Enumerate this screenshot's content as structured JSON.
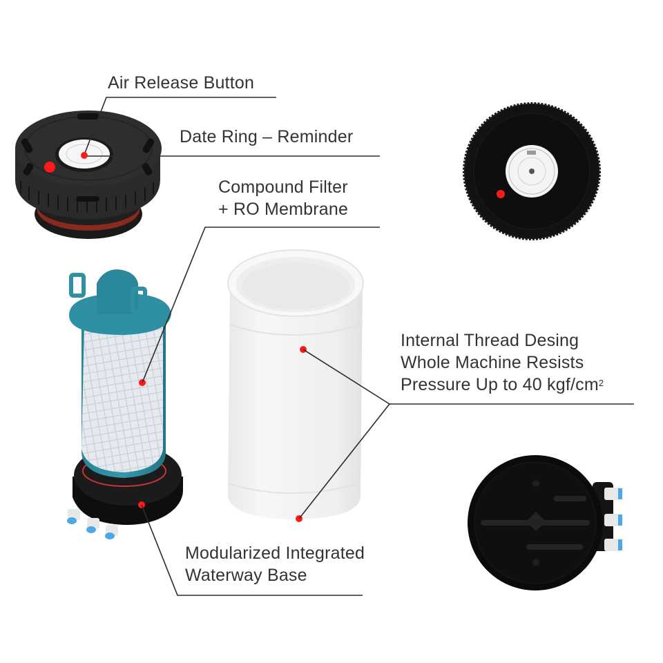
{
  "diagram": {
    "type": "product-component-callout",
    "colors": {
      "background": "#ffffff",
      "text": "#333333",
      "leader_line": "#2b2b2b",
      "marker_dot": "#ff1a1a",
      "cap_body": "#2a2a2a",
      "filter_teal": "#2f8fa3",
      "filter_mesh": "#e4e8ec",
      "housing": "#f2f2f2",
      "base_body": "#111111",
      "fitting_blue": "#4aa8e8"
    },
    "callouts": [
      {
        "id": "air-release",
        "lines": [
          "Air Release Button"
        ]
      },
      {
        "id": "date-ring",
        "lines": [
          "Date Ring – Reminder"
        ]
      },
      {
        "id": "compound-filter",
        "lines": [
          "Compound Filter",
          "+ RO Membrane"
        ]
      },
      {
        "id": "internal-thread",
        "lines": [
          "Internal Thread Desing",
          "Whole Machine Resists",
          "Pressure Up to 40 kgf/cm"
        ],
        "superscript": "2"
      },
      {
        "id": "waterway-base",
        "lines": [
          "Modularized Integrated",
          "Waterway Base"
        ]
      }
    ],
    "components": [
      {
        "name": "Filter cap (angled view)"
      },
      {
        "name": "Filter cap (top view)"
      },
      {
        "name": "Filter cartridge on base"
      },
      {
        "name": "Transparent housing"
      },
      {
        "name": "Waterway base (bottom view)"
      }
    ]
  }
}
